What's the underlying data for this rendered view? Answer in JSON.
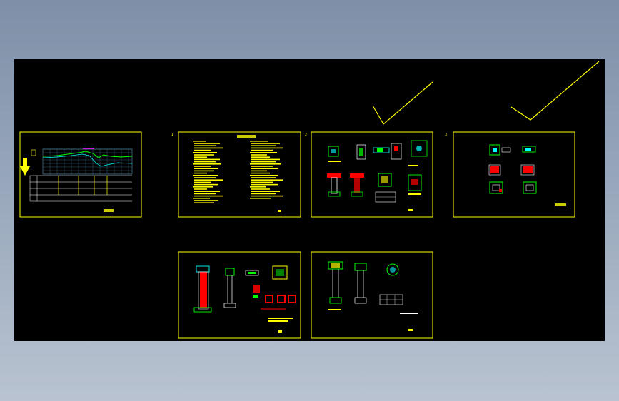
{
  "viewport": {
    "background": "#000000"
  },
  "colors": {
    "frame": "#ffff00",
    "cyan": "#00ffff",
    "green": "#00ff00",
    "red": "#ff0000",
    "magenta": "#ff00ff",
    "white": "#ffffff",
    "check": "#ffff00"
  },
  "sheets": [
    {
      "id": "sheet-profile"
    },
    {
      "id": "sheet-notes",
      "corner_label": "1"
    },
    {
      "id": "sheet-details-1",
      "corner_label": "2"
    },
    {
      "id": "sheet-details-2",
      "corner_label": "3"
    },
    {
      "id": "sheet-details-3"
    },
    {
      "id": "sheet-details-4"
    }
  ],
  "check_marks": 2
}
